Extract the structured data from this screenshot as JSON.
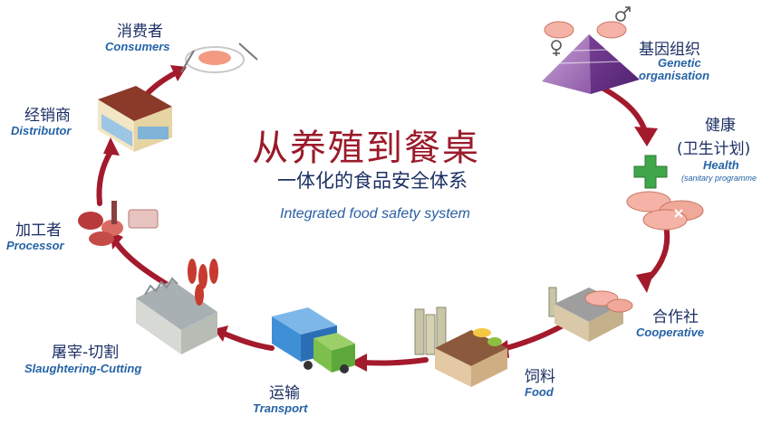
{
  "title": {
    "main": "从养殖到餐桌",
    "sub": "一体化的食品安全体系",
    "english": "Integrated food safety system"
  },
  "stages": {
    "genetic": {
      "zh": "基因组织",
      "en_line1": "Genetic",
      "en_line2": "organisation"
    },
    "health": {
      "zh": "健康",
      "zh2": "(卫生计划)",
      "en": "Health",
      "en_sub": "(sanitary programme"
    },
    "cooperative": {
      "zh": "合作社",
      "en": "Cooperative"
    },
    "food": {
      "zh": "饲料",
      "en": "Food"
    },
    "transport": {
      "zh": "运输",
      "en": "Transport"
    },
    "slaughter": {
      "zh": "屠宰-切割",
      "en": "Slaughtering-Cutting"
    },
    "processor": {
      "zh": "加工者",
      "en": "Processor"
    },
    "distributor": {
      "zh": "经销商",
      "en": "Distributor"
    },
    "consumers": {
      "zh": "消费者",
      "en": "Consumers"
    }
  },
  "colors": {
    "arrow": "#a31a2c",
    "title_red": "#9b1a2a",
    "text_navy": "#1b2f63",
    "text_blue": "#2463a6"
  },
  "icons": [
    "pyramid-icon",
    "health-cross-icon",
    "pig-icon",
    "farm-barn-icon",
    "feed-mill-icon",
    "truck-icon",
    "slaughterhouse-icon",
    "meat-products-icon",
    "store-icon",
    "plate-icon"
  ]
}
